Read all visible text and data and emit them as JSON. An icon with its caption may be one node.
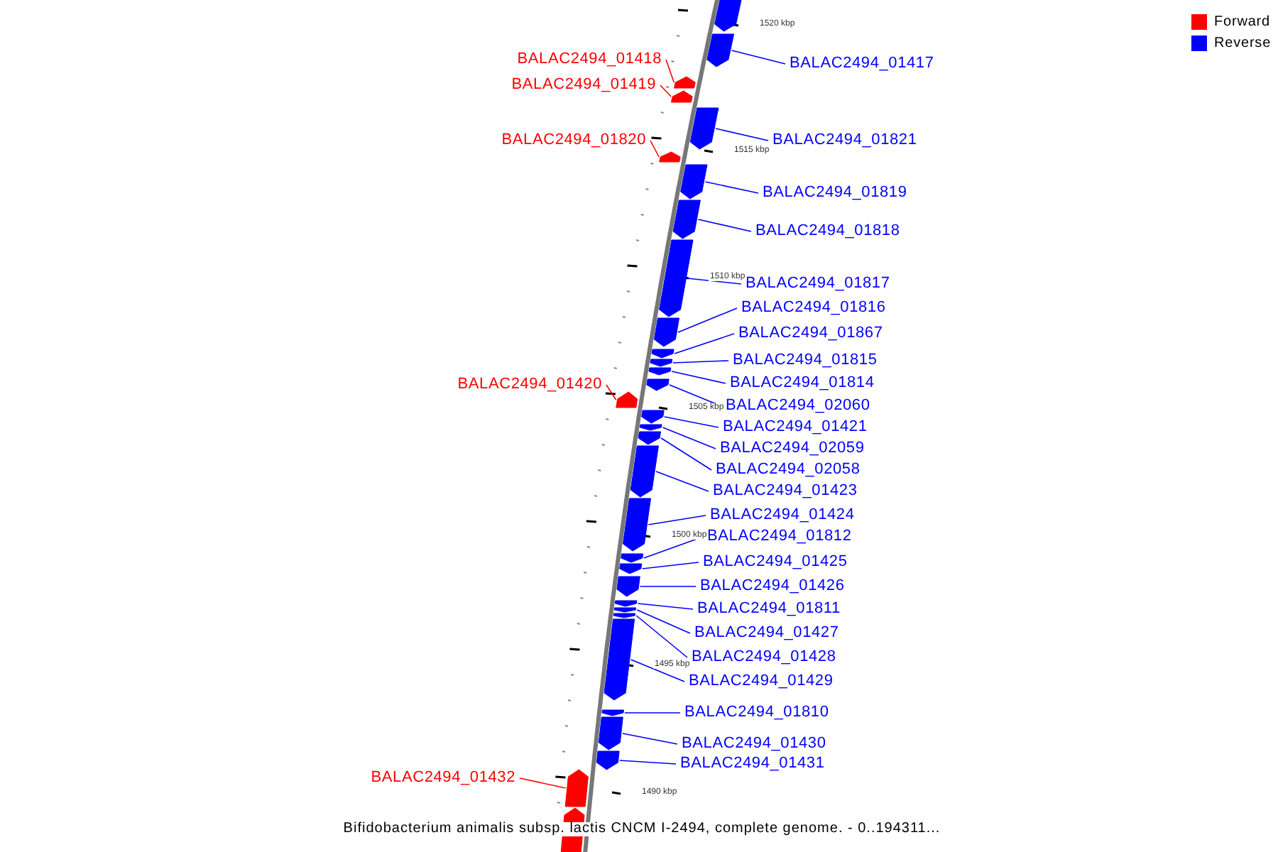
{
  "diagram": {
    "caption": "Bifidobacterium animalis subsp. lactis CNCM I-2494, complete genome. - 0..194311...",
    "nodes": [
      {
        "text": [
          "BALAC2494_01418"
        ]
      },
      {
        "text": [
          "BALAC2494_01417"
        ]
      },
      {
        "text": [
          "BALAC2494_01419"
        ]
      },
      {
        "text": [
          "BALAC2494_01820"
        ]
      },
      {
        "text": [
          "BALAC2494_01821"
        ]
      },
      {
        "text": [
          "BALAC2494_01819"
        ]
      },
      {
        "text": [
          "BALAC2494_01818"
        ]
      },
      {
        "text": [
          "BALAC2494_01817"
        ]
      },
      {
        "text": [
          "BALAC2494_01816"
        ]
      },
      {
        "text": [
          "BALAC2494_01867"
        ]
      },
      {
        "text": [
          "BALAC2494_01815"
        ]
      },
      {
        "text": [
          "BALAC2494_01814"
        ]
      },
      {
        "text": [
          "BALAC2494_01420"
        ]
      },
      {
        "text": [
          "BALAC2494_02060"
        ]
      },
      {
        "text": [
          "BALAC2494_01421"
        ]
      },
      {
        "text": [
          "BALAC2494_02059"
        ]
      },
      {
        "text": [
          "BALAC2494_02058"
        ]
      },
      {
        "text": [
          "BALAC2494_01423"
        ]
      },
      {
        "text": [
          "BALAC2494_01424"
        ]
      },
      {
        "text": [
          "BALAC2494_01812"
        ]
      },
      {
        "text": [
          "BALAC2494_01425"
        ]
      },
      {
        "text": [
          "BALAC2494_01426"
        ]
      },
      {
        "text": [
          "BALAC2494_01811"
        ]
      },
      {
        "text": [
          "BALAC2494_01427"
        ]
      },
      {
        "text": [
          "BALAC2494_01428"
        ]
      },
      {
        "text": [
          "BALAC2494_01429"
        ]
      },
      {
        "text": [
          "BALAC2494_01810"
        ]
      },
      {
        "text": [
          "BALAC2494_01430"
        ]
      },
      {
        "text": [
          "BALAC2494_01431"
        ]
      },
      {
        "text": [
          "BALAC2494_01432"
        ]
      },
      {
        "text": [],
        "shape": "pentagon"
      },
      {
        "text": [],
        "shape": "pentagon"
      },
      {
        "text": [],
        "shape": "pentagon"
      },
      {
        "text": [],
        "shape": "pentagon"
      },
      {
        "text": [],
        "shape": "pentagon"
      },
      {
        "text": [],
        "shape": "pentagon"
      },
      {
        "text": [],
        "shape": "pentagon"
      },
      {
        "text": [],
        "shape": "pentagon"
      },
      {
        "text": [],
        "shape": "pentagon"
      },
      {
        "text": [],
        "shape": "pentagon"
      },
      {
        "text": [],
        "shape": "pentagon"
      },
      {
        "text": [],
        "shape": "pentagon"
      },
      {
        "text": [],
        "shape": "pentagon"
      },
      {
        "text": [],
        "shape": "pentagon"
      },
      {
        "text": [],
        "shape": "pentagon"
      },
      {
        "text": [],
        "shape": "pentagon"
      },
      {
        "text": [],
        "shape": "pentagon"
      },
      {
        "text": [],
        "shape": "pentagon"
      },
      {
        "text": [],
        "shape": "pentagon"
      },
      {
        "text": [],
        "shape": "pentagon"
      },
      {
        "text": [],
        "shape": "pentagon"
      },
      {
        "text": [],
        "shape": "pentagon"
      },
      {
        "text": [],
        "shape": "pentagon"
      },
      {
        "text": [],
        "shape": "pentagon"
      },
      {
        "text": [],
        "shape": "pentagon"
      },
      {
        "text": [],
        "shape": "pentagon"
      },
      {
        "text": [],
        "shape": "pentagon"
      },
      {
        "text": [],
        "shape": "pentagon"
      },
      {
        "text": [],
        "shape": "pentagon"
      },
      {
        "text": [],
        "shape": "pentagon"
      },
      {
        "text": [],
        "shape": "pentagon"
      },
      {
        "text": [],
        "shape": "pentagon"
      }
    ],
    "edges": [
      {
        "from": 0,
        "to": 32,
        "arrow": "none",
        "color": "#ff0000"
      },
      {
        "from": 1,
        "to": 31,
        "arrow": "none"
      },
      {
        "from": 2,
        "to": 33,
        "arrow": "none",
        "color": "#ff0000"
      },
      {
        "from": 3,
        "to": 35,
        "arrow": "none",
        "color": "#ff0000"
      },
      {
        "from": 4,
        "to": 34,
        "arrow": "none"
      },
      {
        "from": 5,
        "to": 36,
        "arrow": "none"
      },
      {
        "from": 6,
        "to": 37,
        "arrow": "none"
      },
      {
        "from": 7,
        "to": 38,
        "arrow": "none"
      },
      {
        "from": 8,
        "to": 39,
        "arrow": "none"
      },
      {
        "from": 9,
        "to": 40,
        "arrow": "none"
      },
      {
        "from": 10,
        "to": 41,
        "arrow": "none"
      },
      {
        "from": 11,
        "to": 42,
        "arrow": "none"
      },
      {
        "from": 12,
        "to": 44,
        "arrow": "none",
        "color": "#ff0000"
      },
      {
        "from": 13,
        "to": 43,
        "arrow": "none"
      },
      {
        "from": 14,
        "to": 45,
        "arrow": "none"
      },
      {
        "from": 15,
        "to": 46,
        "arrow": "none"
      },
      {
        "from": 16,
        "to": 47,
        "arrow": "none"
      },
      {
        "from": 17,
        "to": 48,
        "arrow": "none"
      },
      {
        "from": 18,
        "to": 49,
        "arrow": "none"
      },
      {
        "from": 19,
        "to": 50,
        "arrow": "none"
      },
      {
        "from": 20,
        "to": 51,
        "arrow": "none"
      },
      {
        "from": 21,
        "to": 52,
        "arrow": "none"
      },
      {
        "from": 22,
        "to": 53,
        "arrow": "none"
      },
      {
        "from": 23,
        "to": 54,
        "arrow": "none"
      },
      {
        "from": 24,
        "to": 55,
        "arrow": "none"
      },
      {
        "from": 25,
        "to": 56,
        "arrow": "none"
      },
      {
        "from": 26,
        "to": 57,
        "arrow": "none"
      },
      {
        "from": 27,
        "to": 58,
        "arrow": "none"
      },
      {
        "from": 28,
        "to": 59,
        "arrow": "none"
      },
      {
        "from": 29,
        "to": 60,
        "arrow": "none",
        "color": "#ff0000"
      }
    ],
    "labels": [
      "1520 kbp",
      "1515 kbp",
      "1510 kbp",
      "1505 kbp",
      "1500 kbp",
      "1495 kbp",
      "1490 kbp"
    ],
    "legend": [
      {
        "text": "Forward",
        "color": "#ff0000"
      },
      {
        "text": "Reverse",
        "color": "#0000ff"
      }
    ]
  }
}
